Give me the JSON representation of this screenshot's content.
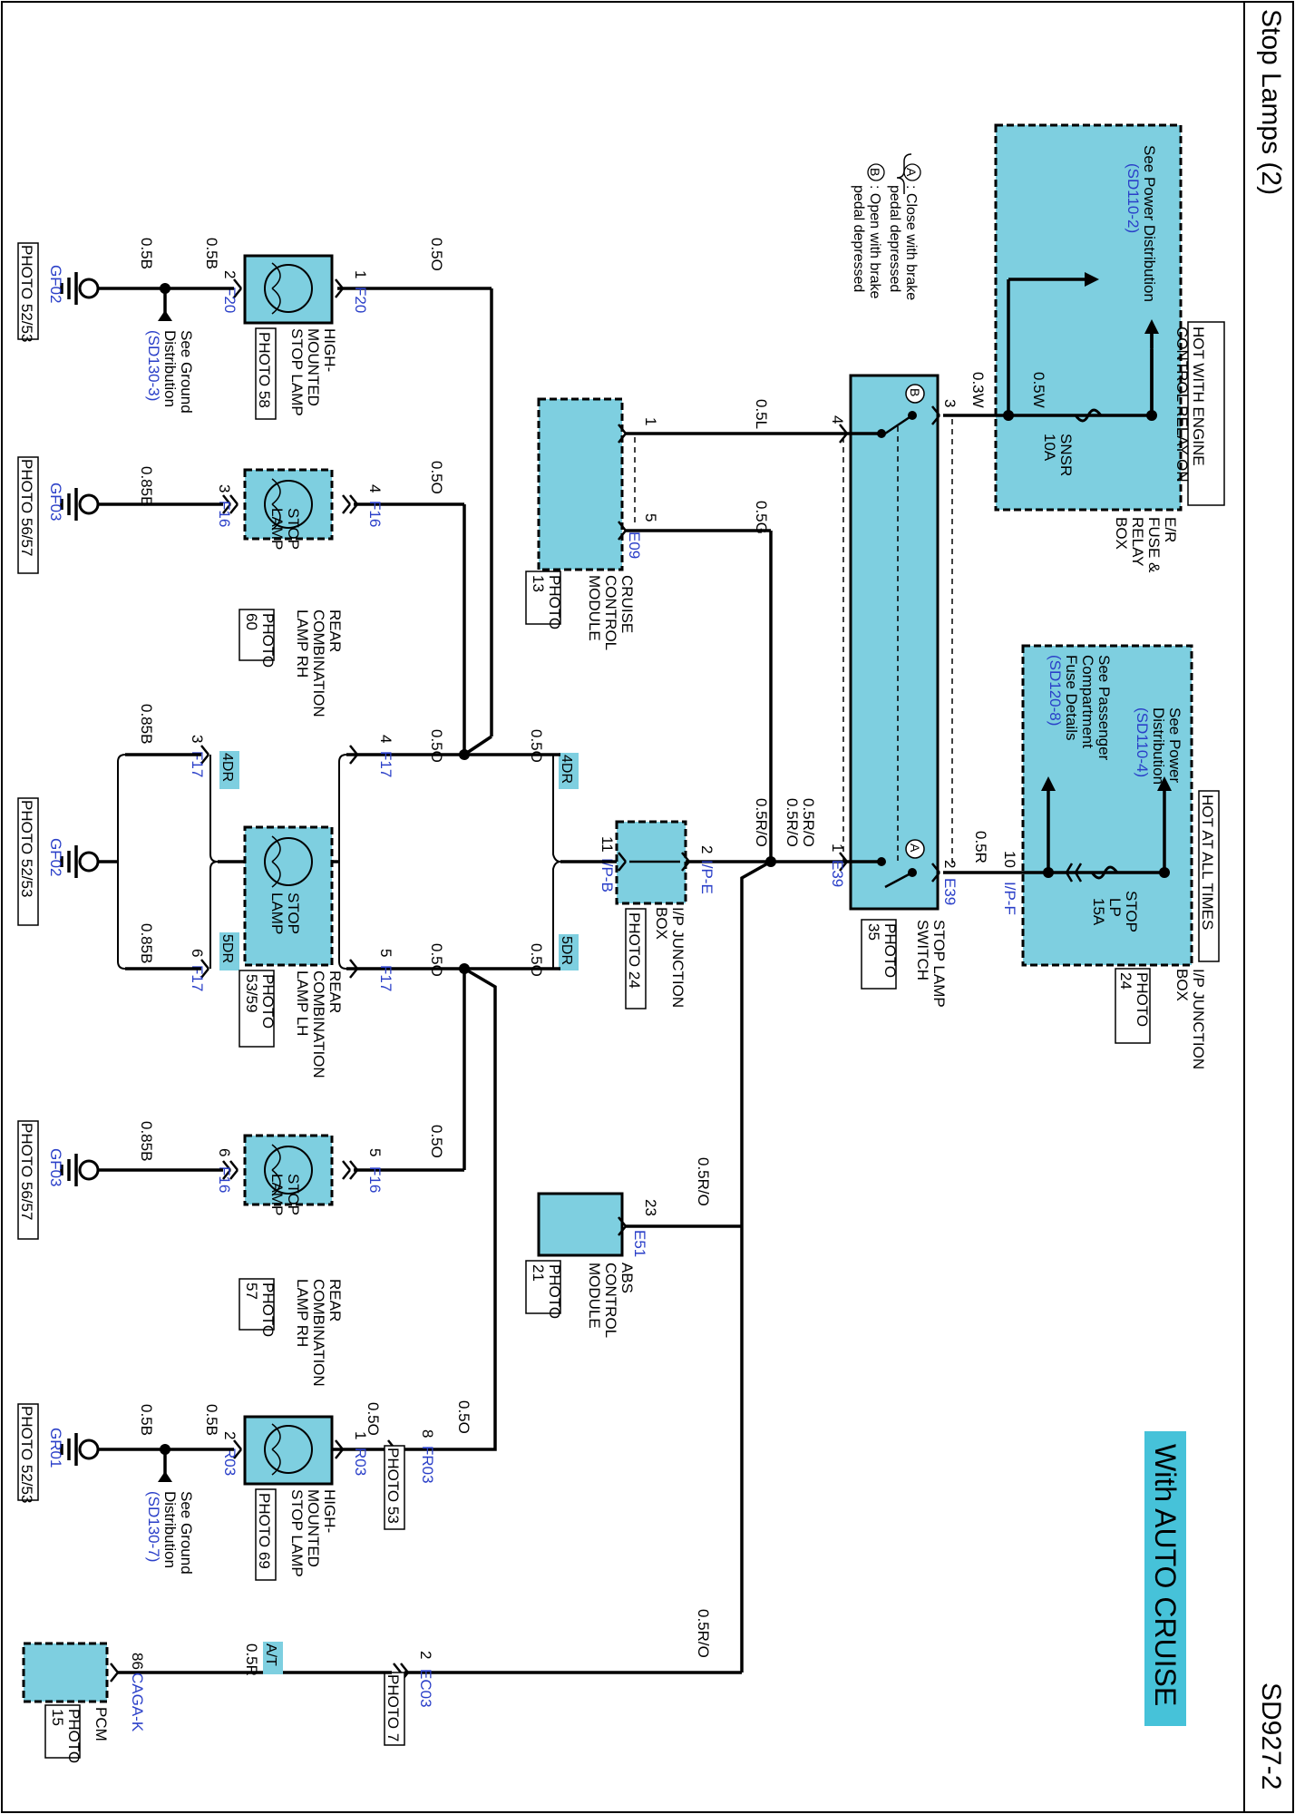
{
  "header": {
    "title": "Stop Lamps (2)",
    "code": "SD927-2"
  },
  "variant_badge": "With AUTO CRUISE",
  "legend": {
    "a_symbol": "A",
    "a_text1": ": Close with brake",
    "a_text2": "pedal depressed",
    "b_symbol": "B",
    "b_text1": ": Open with brake",
    "b_text2": "pedal depressed"
  },
  "er_box": {
    "header": "HOT WITH ENGINE",
    "header2": "CONTROL RELAY ON",
    "see1": "See Power Distribution",
    "see2": "(SD110-2)",
    "fuse1": "SNSR",
    "fuse2": "10A",
    "wire_in": "0.5W",
    "name1": "E/R",
    "name2": "FUSE &",
    "name3": "RELAY",
    "name4": "BOX"
  },
  "ip_box_top": {
    "header": "HOT AT ALL TIMES",
    "see1": "See Power",
    "see2": "Distribution",
    "see3": "(SD110-4)",
    "see4": "See Passenger",
    "see5": "Compartment",
    "see6": "Fuse Details",
    "see7": "(SD120-8)",
    "fuse1": "STOP",
    "fuse2": "LP",
    "fuse3": "15A",
    "pin": "10",
    "conn": "I/P-F",
    "name1": "I/P JUNCTION",
    "name2": "BOX",
    "photo1": "PHOTO",
    "photo2": "24"
  },
  "stop_switch": {
    "name1": "STOP LAMP",
    "name2": "SWITCH",
    "photo1": "PHOTO",
    "photo2": "35",
    "pin3": "3",
    "pin4": "4",
    "pin2": "2",
    "pin1": "1",
    "conn_a": "E39",
    "conn_b": "E39",
    "sym_a": "A",
    "sym_b": "B"
  },
  "cruise": {
    "name1": "CRUISE",
    "name2": "CONTROL",
    "name3": "MODULE",
    "photo1": "PHOTO",
    "photo2": "13",
    "pin1": "1",
    "pin5": "5",
    "conn": "E09"
  },
  "ip_box_mid": {
    "pin2": "2",
    "pin11": "11",
    "conn_e": "I/P-E",
    "conn_b": "I/P-B",
    "name1": "I/P JUNCTION",
    "name2": "BOX",
    "photo": "PHOTO 24"
  },
  "abs": {
    "name1": "ABS",
    "name2": "CONTROL",
    "name3": "MODULE",
    "photo1": "PHOTO",
    "photo2": "21",
    "pin": "23",
    "conn": "E51"
  },
  "pcm": {
    "name": "PCM",
    "photo1": "PHOTO",
    "photo2": "15",
    "pin": "86",
    "conn": "CAGA-K"
  },
  "ec03": {
    "pin": "2",
    "conn": "EC03",
    "photo": "PHOTO 7",
    "badge": "A/T",
    "wire": "0.5R"
  },
  "wires": {
    "w03w": "0.3W",
    "w05l": "0.5L",
    "w05g": "0.5G",
    "w05r": "0.5R",
    "w05ro_a": "0.5R/O",
    "w05ro_b": "0.5R/O",
    "w05ro_c": "0.5R/O",
    "w05ro_d": "0.5R/O",
    "w05o": "0.5O",
    "w05b": "0.5B",
    "w085b": "0.85B"
  },
  "badges": {
    "d4": "4DR",
    "d5": "5DR"
  },
  "hmsl_top": {
    "name1": "HIGH-",
    "name2": "MOUNTED",
    "name3": "STOP LAMP",
    "photo": "PHOTO 58",
    "pin1": "1",
    "pin2": "2",
    "conn": "F20",
    "ground": "GF02",
    "gphoto": "PHOTO 52/53",
    "see1": "See Ground",
    "see2": "Distribution",
    "see3": "(SD130-3)"
  },
  "hmsl_bot": {
    "name1": "HIGH-",
    "name2": "MOUNTED",
    "name3": "STOP LAMP",
    "photo": "PHOTO 69",
    "pin1": "1",
    "pin2": "2",
    "conn": "R03",
    "ground": "GR01",
    "gphoto": "PHOTO 52/53",
    "see1": "See Ground",
    "see2": "Distribution",
    "see3": "(SD130-7)",
    "fr_pin": "8",
    "fr_conn": "FR03",
    "fr_photo": "PHOTO 53"
  },
  "lamp_rh1": {
    "name": "STOP",
    "name2": "LAMP",
    "desc1": "REAR",
    "desc2": "COMBINATION",
    "desc3": "LAMP RH",
    "photo1": "PHOTO",
    "photo2": "60",
    "pin_in": "4",
    "pin_out": "3",
    "conn": "F16",
    "ground": "GF03",
    "gphoto": "PHOTO 56/57"
  },
  "lamp_lh": {
    "name": "STOP",
    "name2": "LAMP",
    "desc1": "REAR",
    "desc2": "COMBINATION",
    "desc3": "LAMP LH",
    "photo1": "PHOTO",
    "photo2": "53/59",
    "pin4": "4",
    "pin3": "3",
    "pin5": "5",
    "pin6": "6",
    "conn": "F17",
    "ground": "GF02",
    "gphoto": "PHOTO 52/53"
  },
  "lamp_rh2": {
    "name": "STOP",
    "name2": "LAMP",
    "desc1": "REAR",
    "desc2": "COMBINATION",
    "desc3": "LAMP RH",
    "photo1": "PHOTO",
    "photo2": "57",
    "pin_in": "5",
    "pin_out": "6",
    "conn": "F16",
    "ground": "GF03",
    "gphoto": "PHOTO 56/57"
  }
}
